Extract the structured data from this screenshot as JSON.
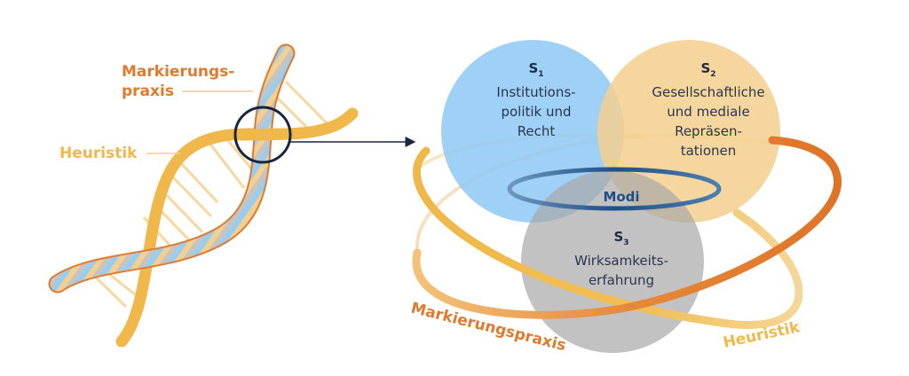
{
  "colors": {
    "heuristik": "#f0b84a",
    "markierungspraxis": "#e07a2e",
    "braid_blue": "#98cdf2",
    "braid_grey": "#c4c4c4",
    "braid_tan": "#f5cf8e",
    "rung": "#f6d7a0",
    "focus_circle": "#1a2540",
    "circle_s1": "#8ec8f5",
    "circle_s2": "#f5cf8e",
    "circle_s3": "#b8b8b8",
    "modi_ring": "#2f6aa6"
  },
  "dna": {
    "label_markierung_line1": "Markierungs-",
    "label_markierung_line2": "praxis",
    "label_heuristik": "Heuristik"
  },
  "venn": {
    "circles": [
      {
        "id": "S",
        "subscript": "1",
        "lines": [
          "Institutions-",
          "politik und",
          "Recht"
        ]
      },
      {
        "id": "S",
        "subscript": "2",
        "lines": [
          "Gesellschaftliche",
          "und mediale",
          "Repräsen-",
          "tationen"
        ]
      },
      {
        "id": "S",
        "subscript": "3",
        "lines": [
          "Wirksamkeits-",
          "erfahrung"
        ]
      }
    ],
    "modi_label": "Modi",
    "ring_label_markierung": "Markierungspraxis",
    "ring_label_heuristik": "Heuristik"
  }
}
